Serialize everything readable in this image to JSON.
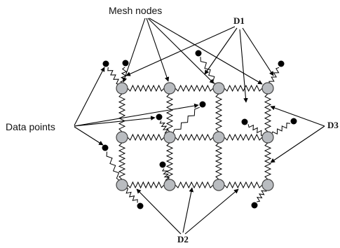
{
  "labels": {
    "mesh_nodes": "Mesh nodes",
    "data_points": "Data points",
    "d1": "D1",
    "d2": "D2",
    "d3": "D3"
  },
  "colors": {
    "node_fill": "#b9bcc0",
    "node_stroke": "#444444",
    "data_point": "#000000",
    "line": "#000000"
  },
  "icons": {
    "mesh_node": "gray-circle",
    "data_point": "black-dot",
    "spring": "zigzag-spring",
    "arrow": "arrowhead"
  }
}
